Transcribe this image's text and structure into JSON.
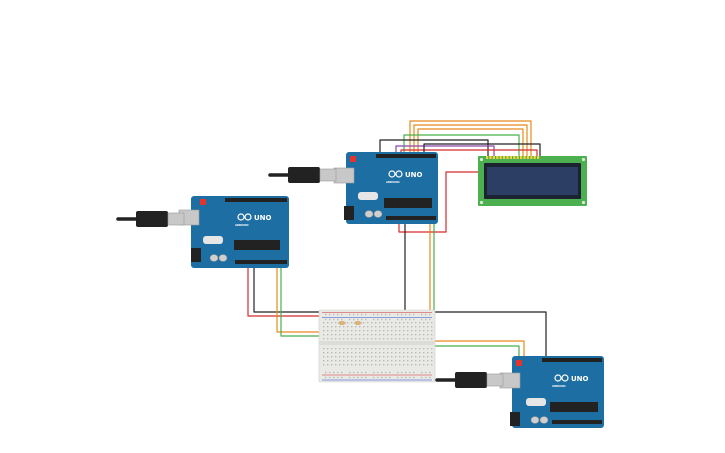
{
  "colors": {
    "board": "#1d6fa3",
    "wire_red": "#d62b2b",
    "wire_black": "#222222",
    "wire_orange": "#e8891a",
    "wire_green": "#47b04b",
    "wire_purple": "#8e44ad",
    "lcd_pcb": "#4caf50",
    "lcd_screen": "#2c3e63",
    "breadboard": "#e9e9e6",
    "canvas_bg": "#ffffff"
  },
  "boards": [
    {
      "id": "arduino-left",
      "model_text": "UNO",
      "brand_text": "ARDUINO"
    },
    {
      "id": "arduino-center",
      "model_text": "UNO",
      "brand_text": "ARDUINO"
    },
    {
      "id": "arduino-right",
      "model_text": "UNO",
      "brand_text": "ARDUINO"
    }
  ],
  "components": [
    {
      "id": "usb-cable-left",
      "icon": "usb-cable-icon"
    },
    {
      "id": "usb-cable-center",
      "icon": "usb-cable-icon"
    },
    {
      "id": "usb-cable-right",
      "icon": "usb-cable-icon"
    },
    {
      "id": "breadboard",
      "icon": "breadboard-icon"
    },
    {
      "id": "lcd-16x2",
      "icon": "lcd-display-icon"
    }
  ]
}
